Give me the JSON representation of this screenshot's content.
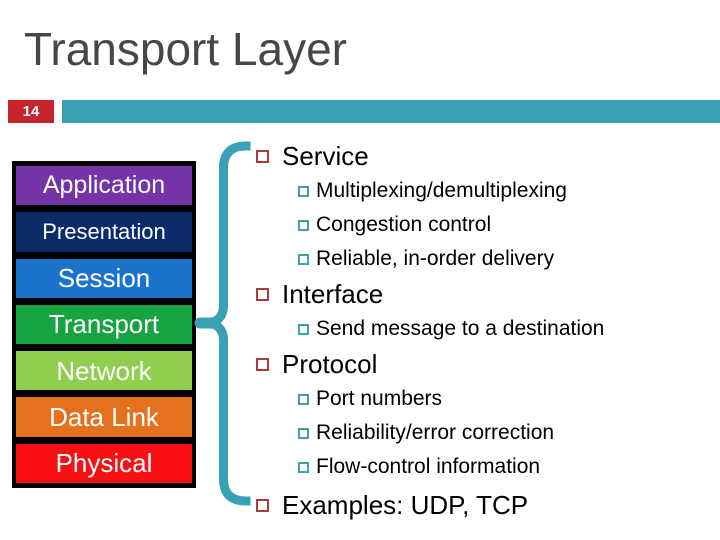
{
  "slide": {
    "title": "Transport Layer",
    "page_number": "14"
  },
  "osi_stack": {
    "layers": [
      {
        "label": "Application",
        "color": "#7433A6"
      },
      {
        "label": "Presentation",
        "color": "#0B2B6B"
      },
      {
        "label": "Session",
        "color": "#1C73CC"
      },
      {
        "label": "Transport",
        "color": "#16A442"
      },
      {
        "label": "Network",
        "color": "#8FCE4E"
      },
      {
        "label": "Data Link",
        "color": "#E5711E"
      },
      {
        "label": "Physical",
        "color": "#FA0F12"
      }
    ],
    "text_color": "#FFFFFF",
    "frame_color": "#000000"
  },
  "bullets": [
    {
      "level": 1,
      "text": "Service"
    },
    {
      "level": 2,
      "text": "Multiplexing/demultiplexing"
    },
    {
      "level": 2,
      "text": "Congestion control"
    },
    {
      "level": 2,
      "text": "Reliable, in-order delivery"
    },
    {
      "level": 1,
      "text": "Interface"
    },
    {
      "level": 2,
      "text": "Send message to a destination"
    },
    {
      "level": 1,
      "text": "Protocol"
    },
    {
      "level": 2,
      "text": "Port numbers"
    },
    {
      "level": 2,
      "text": "Reliability/error correction"
    },
    {
      "level": 2,
      "text": "Flow-control information"
    },
    {
      "level": 1,
      "text": "Examples: UDP, TCP"
    }
  ],
  "icons": {
    "bullet_level1": "hollow-square",
    "bullet_level2": "hollow-square",
    "brace": "left-pointing-curly-brace"
  },
  "colors": {
    "accent_teal": "#38A1B6",
    "page_number_red": "#C8242C",
    "bullet1_red": "#A83C3F",
    "bullet2_teal": "#3E9FB0",
    "title_gray": "#474747"
  }
}
